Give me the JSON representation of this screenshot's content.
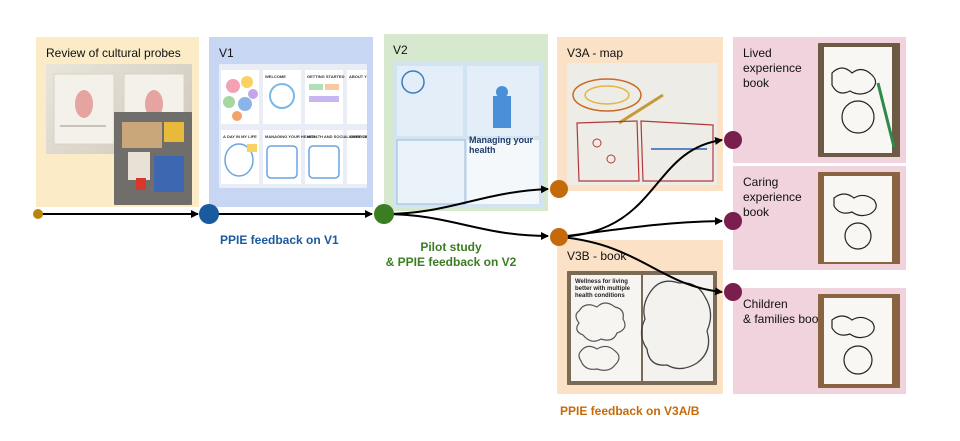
{
  "panels": {
    "review": "Review of cultural probes",
    "v1": "V1",
    "v2": "V2",
    "v3a": "V3A - map",
    "v3b": "V3B - book",
    "lived": "Lived\nexperience\nbook",
    "caring": "Caring\nexperience\nbook",
    "children": "Children\n& families book"
  },
  "captions": {
    "ppie_v1": "PPIE feedback on V1",
    "pilot": "Pilot study\n& PPIE feedback on V2",
    "ppie_v3": "PPIE feedback on V3A/B"
  },
  "photo_text": {
    "v2_heading": "Managing your health",
    "v1_cards": [
      "WELCOME",
      "GETTING STARTED",
      "ABOUT YOU",
      "A DAY IN MY LIFE",
      "MANAGING YOUR HEALTH",
      "HEALTH AND SOCIAL CARE CONVERSATIONS",
      "IMPROVING COMMUNICATION"
    ],
    "v3b_heading": "Wellness for living better with multiple health conditions"
  },
  "colors": {
    "review_bg": "#fbecc7",
    "v1_bg": "#c7d6f3",
    "v2_bg": "#d6e9cf",
    "v3_bg": "#fbe1c6",
    "books_bg": "#f0d3dd",
    "start_node": "#b8860b",
    "v1_node": "#1a5a9e",
    "v2_node": "#3b7d23",
    "v3_node": "#c56a0a",
    "book_node": "#7a1e4d",
    "caption_v1": "#1a5a9e",
    "caption_v2": "#3b7d23",
    "caption_v3": "#c56a0a"
  }
}
